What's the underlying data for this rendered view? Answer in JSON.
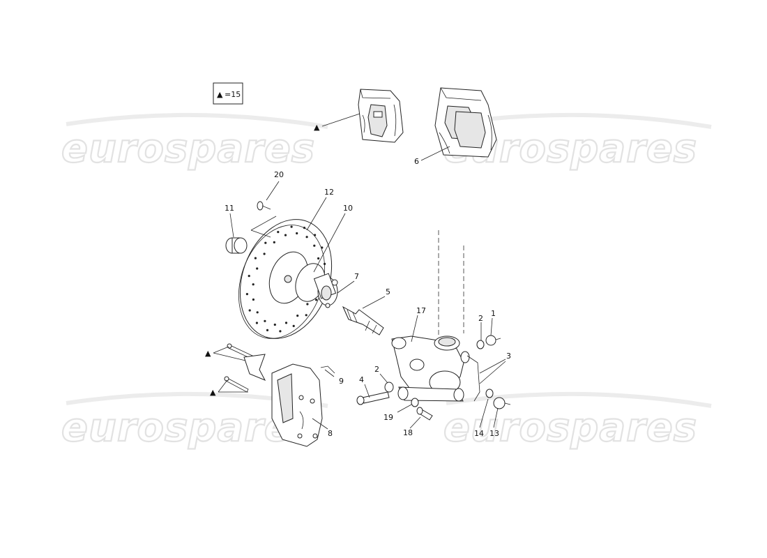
{
  "watermark": "eurospares",
  "legend": {
    "symbol": "▲",
    "text": "=15"
  },
  "callouts": [
    "20",
    "12",
    "11",
    "10",
    "7",
    "5",
    "17",
    "2",
    "1",
    "3",
    "9",
    "2",
    "4",
    "19",
    "18",
    "8",
    "14",
    "13",
    "6"
  ],
  "triangle_markers": [
    "▲",
    "▲",
    "▲"
  ]
}
